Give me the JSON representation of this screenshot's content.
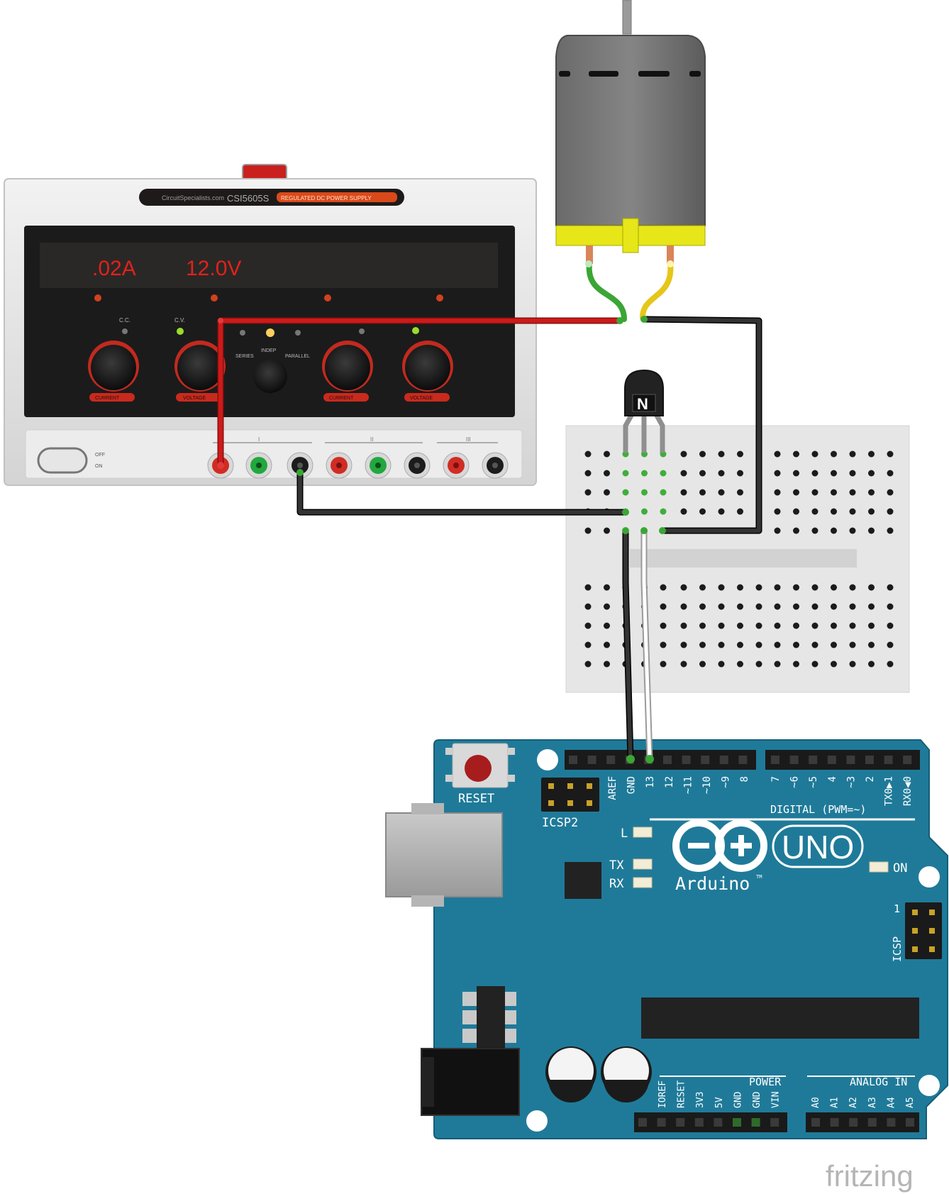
{
  "power_supply": {
    "brand": "CircuitSpecialists.com",
    "model": "CSI5605S",
    "subtitle": "REGULATED DC POWER SUPPLY",
    "display_current": ".02A",
    "display_voltage": "12.0V",
    "knob_labels": [
      "CURRENT",
      "VOLTAGE",
      "CURRENT",
      "VOLTAGE"
    ],
    "mode_labels": [
      "SERIES",
      "INDEP",
      "PARALLEL"
    ],
    "indicator_labels": [
      "C.C.",
      "C.V."
    ],
    "switch_labels": [
      "OFF",
      "ON"
    ],
    "channel_labels": [
      "I",
      "II",
      "III"
    ]
  },
  "arduino": {
    "reset_label": "RESET",
    "icsp2_label": "ICSP2",
    "icsp_label": "ICSP",
    "icsp_pin1": "1",
    "digital_label": "DIGITAL (PWM=~)",
    "digital_pins_left": [
      "AREF",
      "GND",
      "13",
      "12",
      "~11",
      "~10",
      "~9",
      "8"
    ],
    "digital_pins_right": [
      "7",
      "~6",
      "~5",
      "4",
      "~3",
      "2",
      "TX0▶1",
      "RX0◀0"
    ],
    "led_labels": [
      "L",
      "TX",
      "RX"
    ],
    "on_label": "ON",
    "uno_label": "UNO",
    "brand_label": "Arduino",
    "tm": "TM",
    "power_label": "POWER",
    "analog_label": "ANALOG IN",
    "power_pins": [
      "IOREF",
      "RESET",
      "3V3",
      "5V",
      "GND",
      "GND",
      "VIN"
    ],
    "analog_pins": [
      "A0",
      "A1",
      "A2",
      "A3",
      "A4",
      "A5"
    ]
  },
  "transistor": {
    "label": "N"
  },
  "watermark": "fritzing",
  "colors": {
    "wire_red": "#cc1a1a",
    "wire_black": "#222222",
    "wire_green": "#3aa635",
    "wire_yellow": "#e6c619",
    "arduino_blue": "#1f7a99",
    "breadboard": "#e6e6e6"
  }
}
